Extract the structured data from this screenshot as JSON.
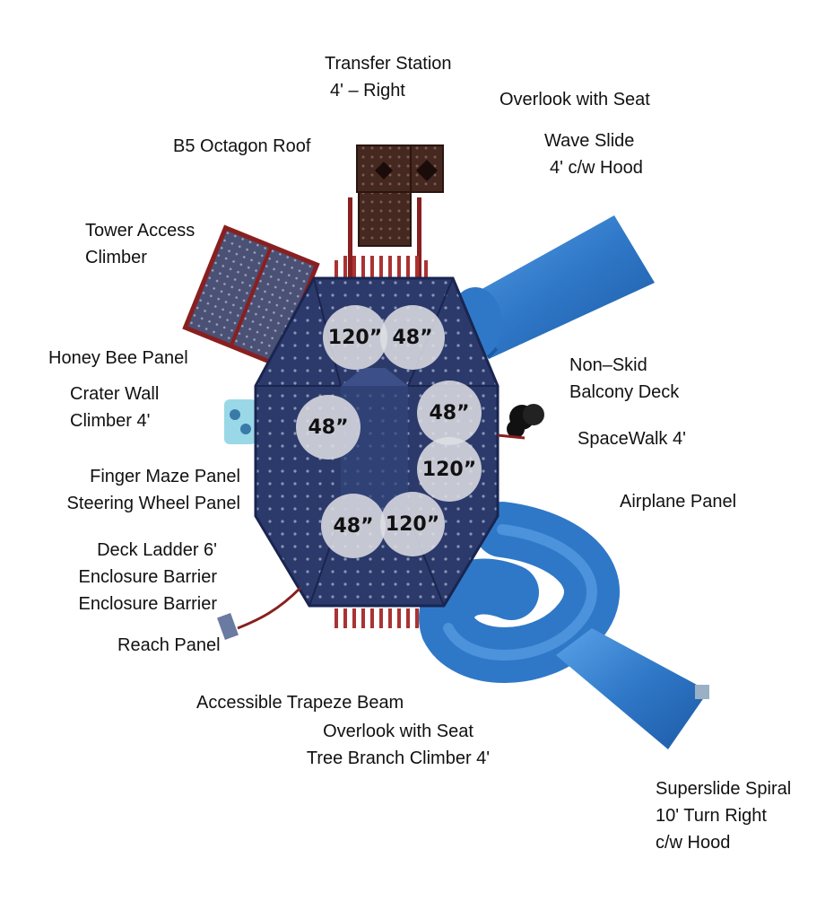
{
  "labels": {
    "transfer_station": [
      "Transfer Station",
      "4' – Right"
    ],
    "overlook_top": [
      "Overlook with Seat"
    ],
    "b5_roof": [
      "B5 Octagon Roof"
    ],
    "wave_slide": [
      "Wave Slide",
      "4' c/w Hood"
    ],
    "tower_access": [
      "Tower Access",
      "Climber"
    ],
    "honey_bee": [
      "Honey Bee Panel"
    ],
    "non_skid": [
      "Non–Skid",
      "Balcony Deck"
    ],
    "crater_wall": [
      "Crater Wall",
      "Climber 4'"
    ],
    "spacewalk": [
      "SpaceWalk 4'"
    ],
    "finger_maze": [
      "Finger Maze Panel",
      "Steering Wheel Panel"
    ],
    "airplane": [
      "Airplane Panel"
    ],
    "deck_ladder": [
      "Deck Ladder 6'",
      "Enclosure Barrier",
      "Enclosure Barrier"
    ],
    "reach_panel": [
      "Reach Panel"
    ],
    "trapeze": [
      "Accessible Trapeze Beam"
    ],
    "overlook_bottom": [
      "Overlook with Seat",
      "Tree Branch Climber 4'"
    ],
    "superslide": [
      "Superslide Spiral",
      "10' Turn Right",
      "c/w Hood"
    ]
  },
  "deck_heights": {
    "h1": "120”",
    "h2": "48”",
    "h3": "48”",
    "h4": "48”",
    "h5": "120”",
    "h6": "48”",
    "h7": "120”"
  },
  "colors": {
    "deck_blue": "#2a3a6b",
    "slide_blue": "#2f78c8",
    "frame_red": "#8a1f1f",
    "transfer_brown": "#4a2a22",
    "climber_gray": "#4a5070"
  }
}
